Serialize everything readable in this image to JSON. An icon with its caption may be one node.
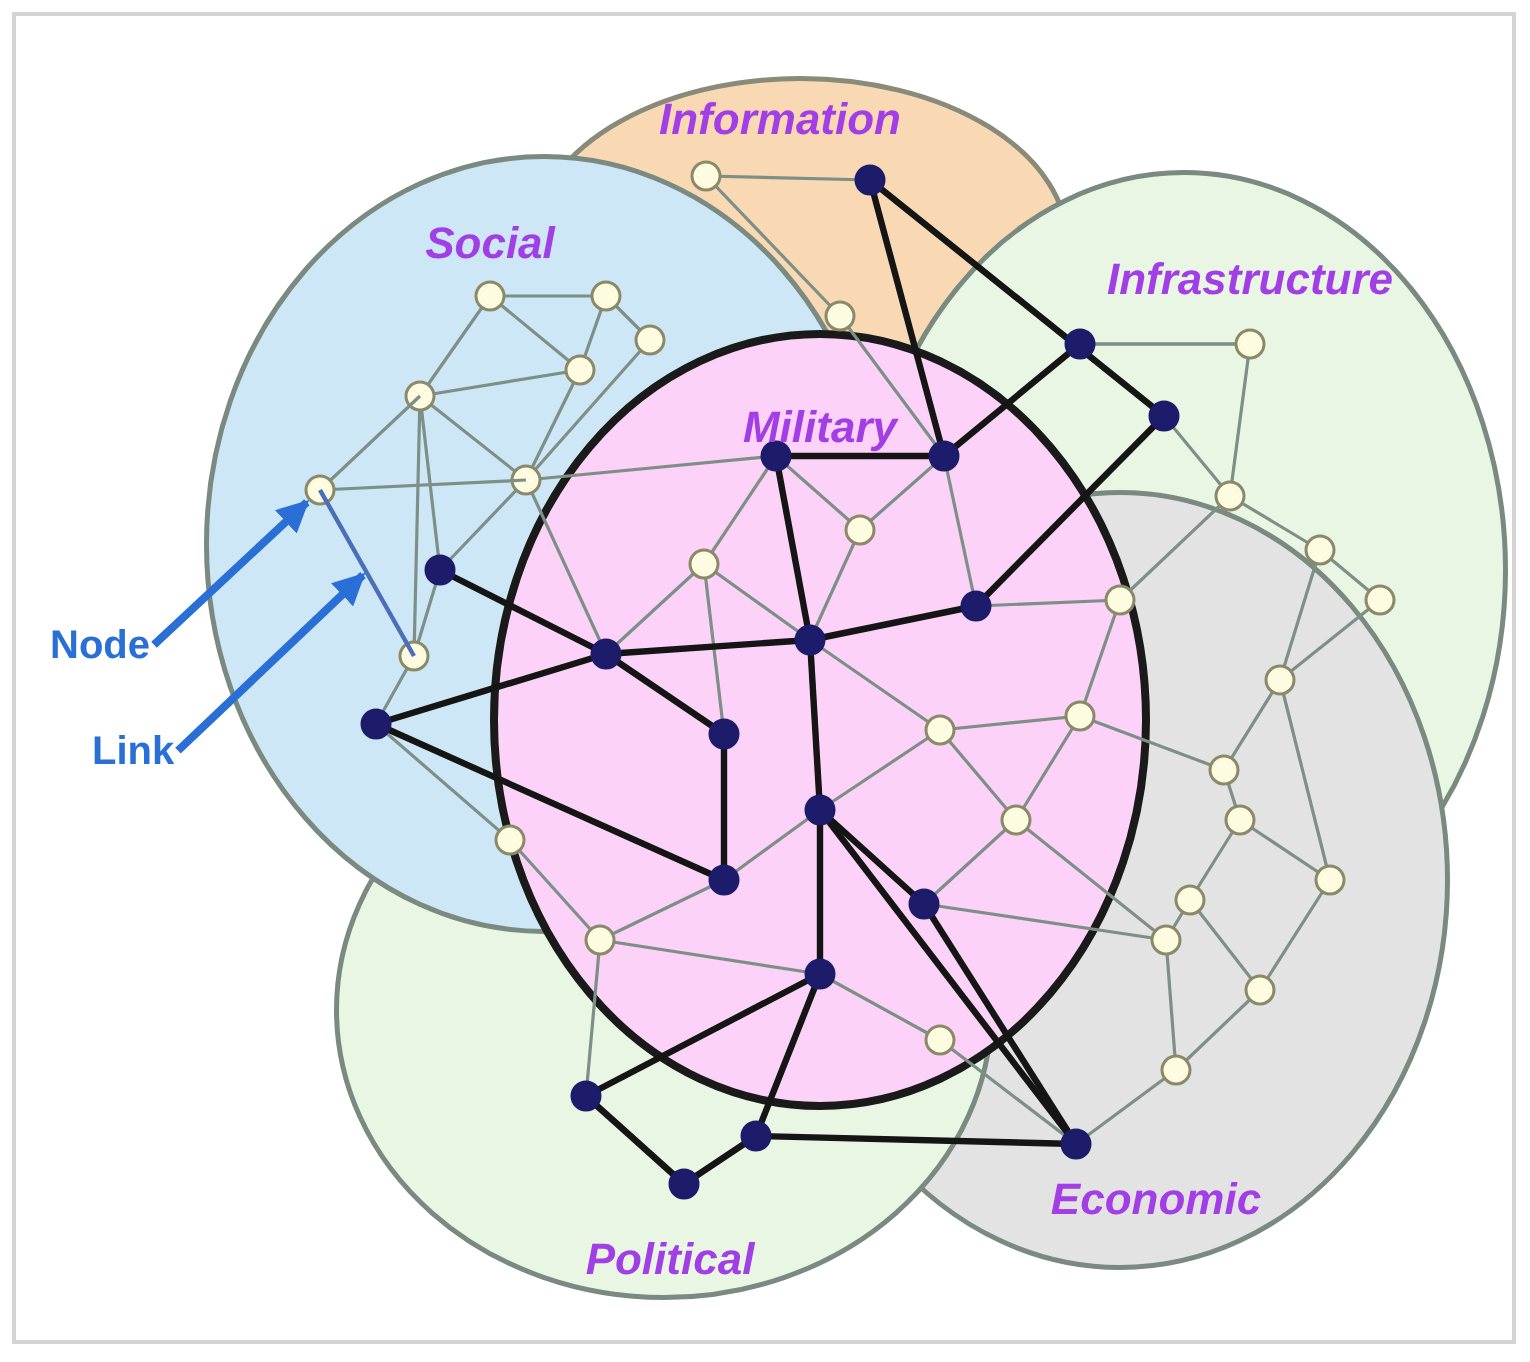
{
  "diagram": {
    "nodes": [
      {
        "text": [
          "Information"
        ]
      },
      {
        "text": [
          "Social"
        ]
      },
      {
        "text": [
          "Infrastructure"
        ]
      },
      {
        "text": [
          "Military"
        ]
      },
      {
        "text": [
          "Node"
        ]
      },
      {
        "text": [
          "Link"
        ]
      },
      {
        "text": [
          "Economic"
        ]
      },
      {
        "text": [
          "Political"
        ]
      },
      {
        "text": [],
        "shape": "circle",
        "in": 1
      },
      {
        "text": [],
        "shape": "line",
        "in": 1
      }
    ],
    "edges": [
      {
        "from": 4,
        "to": 8,
        "arrow": "to"
      },
      {
        "from": 5,
        "to": 9,
        "arrow": "to"
      }
    ]
  }
}
